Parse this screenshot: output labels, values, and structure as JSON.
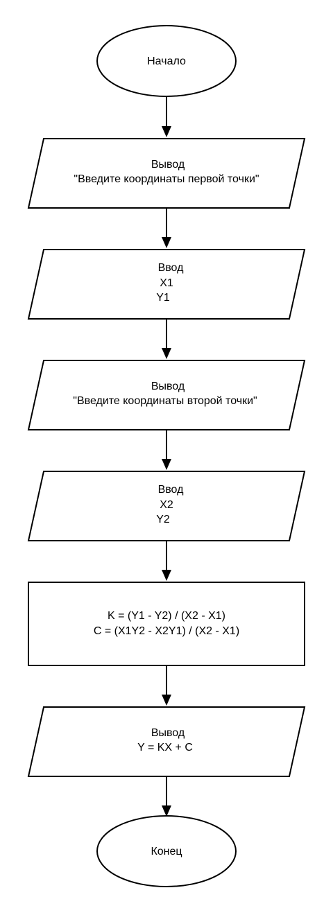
{
  "flowchart": {
    "start": {
      "label": "Начало"
    },
    "output_first": {
      "line1": "Вывод",
      "line2": "\"Введите координаты первой точки\""
    },
    "input_first": {
      "line1": "Ввод",
      "line2": "X1",
      "line3": "Y1"
    },
    "output_second": {
      "line1": "Вывод",
      "line2": "\"Введите координаты второй точки\""
    },
    "input_second": {
      "line1": "Ввод",
      "line2": "X2",
      "line3": "Y2"
    },
    "process": {
      "line1": "K = (Y1 - Y2) / (X2 - X1)",
      "line2": "C = (X1Y2 - X2Y1) / (X2 - X1)"
    },
    "output_result": {
      "line1": "Вывод",
      "line2": "Y = KX + C"
    },
    "end": {
      "label": "Конец"
    }
  }
}
